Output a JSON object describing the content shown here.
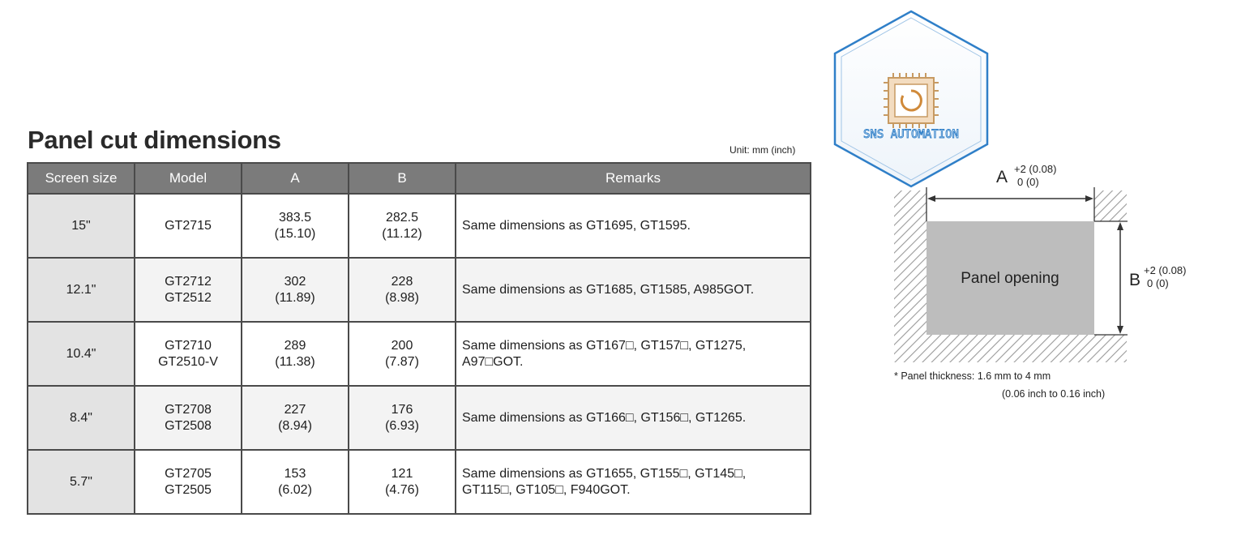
{
  "heading": "Panel cut dimensions",
  "unit": "Unit: mm (inch)",
  "table": {
    "headers": [
      "Screen size",
      "Model",
      "A",
      "B",
      "Remarks"
    ],
    "rows": [
      {
        "size": "15\"",
        "model": "GT2715",
        "a": "383.5\n(15.10)",
        "b": "282.5\n(11.12)",
        "remarks": "Same dimensions as GT1695, GT1595."
      },
      {
        "size": "12.1\"",
        "model": "GT2712\nGT2512",
        "a": "302\n(11.89)",
        "b": "228\n(8.98)",
        "remarks": "Same dimensions as GT1685, GT1585, A985GOT."
      },
      {
        "size": "10.4\"",
        "model": "GT2710\nGT2510-V",
        "a": "289\n(11.38)",
        "b": "200\n(7.87)",
        "remarks": "Same dimensions as GT167□, GT157□, GT1275,\nA97□GOT."
      },
      {
        "size": "8.4\"",
        "model": "GT2708\nGT2508",
        "a": "227\n(8.94)",
        "b": "176\n(6.93)",
        "remarks": "Same dimensions as GT166□, GT156□, GT1265."
      },
      {
        "size": "5.7\"",
        "model": "GT2705\nGT2505",
        "a": "153\n(6.02)",
        "b": "121\n(4.76)",
        "remarks": "Same dimensions as GT1655, GT155□, GT145□,\nGT115□, GT105□, F940GOT."
      }
    ]
  },
  "diagram": {
    "a_letter": "A",
    "a_tol_plus": "+2 (0.08)",
    "a_tol_zero": "0 (0)",
    "b_letter": "B",
    "b_tol_plus": "+2 (0.08)",
    "b_tol_zero": "0 (0)",
    "opening_label": "Panel opening",
    "note_line1": "* Panel thickness: 1.6 mm to 4 mm",
    "note_line2": "(0.06 inch to 0.16 inch)"
  },
  "logo": {
    "text": "SNS AUTOMATION",
    "accent": "#2f7fc8"
  }
}
